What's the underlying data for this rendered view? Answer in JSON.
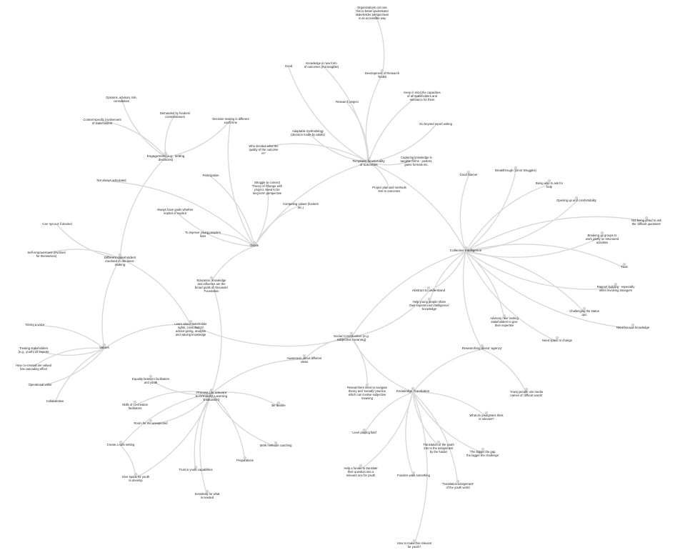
{
  "diagram": {
    "hubs": {
      "collective_intelligence": "Collective Intelligence",
      "goals": "Goals",
      "values": "Values",
      "process": [
        "Process (as relevant",
        "to Creativity, Learning",
        "Evaluation)"
      ],
      "knowledge_translation": "Knowledge Translation",
      "social_construction": [
        "Social Construction (e.g.",
        "subjective meaning)"
      ],
      "template": [
        "Template/ functionality",
        "of outcomes"
      ],
      "engagement": [
        "Engagement (e.g., setting",
        "decisions)"
      ],
      "different_stakeholders": [
        "Different stakeholders",
        "involved in decision-",
        "making"
      ],
      "abstract": "Abstract to understand",
      "researching": "Researching about 'agency'"
    },
    "nodes": {
      "organizations": [
        "Organizations can use",
        "this to better understand",
        "stakeholder perspectives",
        "in an accessible way"
      ],
      "development": [
        "Development of Research",
        "Toolkit"
      ],
      "knowledge_new_form": [
        "Knowledge is new form",
        "of outcomes (not tangible)"
      ],
      "good_top": "Good",
      "research_project": "Research project",
      "keep_in_mind": [
        "Keep in mind the capacities",
        "of all stakeholders and",
        "relevance for them"
      ],
      "go_beyond": "Go beyond report writing",
      "adaptable": [
        "Adaptable methodology",
        "(decision made by adults)"
      ],
      "capturing": [
        "Capturing knowledge in",
        "tangible forms - posters,",
        "game formats etc."
      ],
      "project_plan": [
        "Project plan and methods",
        "lent to outcomes"
      ],
      "opinions": [
        "Opinions, advisory role,",
        "consultation"
      ],
      "context_specific": [
        "Context-specific involvement",
        "of stakeholders"
      ],
      "demanded": [
        "Demanded by funders/",
        "commissioners"
      ],
      "decision_making": [
        "Decision-making is different",
        "each time"
      ],
      "who_decides": [
        "Who decides what the",
        "quality of the outcome",
        "is?"
      ],
      "participation": "Participation",
      "struggle": [
        "Struggle to connect",
        "Theory of Change with",
        "project. Need to be",
        "long-term perspective"
      ],
      "competing": [
        "Competing values (funders",
        "etc.)"
      ],
      "not_articulated": "Not always articulated",
      "always_goals": [
        "Always have goals whether",
        "implicit or explicit"
      ],
      "improve": [
        "To improve young people's",
        "lives"
      ],
      "can_opt_out": "Can 'opt out' if desired",
      "self_empowerment": [
        "Self-empowerment (involved",
        "for themselves)"
      ],
      "education": [
        "Education, knowledge",
        "and influence are the",
        "broad goals of Alexander",
        "Foundation"
      ],
      "learn_about": [
        "Learn about stakeholder",
        "rights, consultation/",
        "advice-giving, analysis",
        "and valuing knowledge"
      ],
      "giving_choice": "'Giving a voice'",
      "treating": [
        "Treating stakeholders",
        "(e.g., youth) as experts"
      ],
      "how_different": [
        "How co-created are valued",
        "has cascading effect"
      ],
      "operational": "Operational value",
      "collaborative": "Collaborative",
      "equality": [
        "Equality between facilitators",
        "and youth"
      ],
      "skills": [
        "Skills of co-creation",
        "facilitators"
      ],
      "room": "Room for the unexpected",
      "create_safe": "Create a safe setting",
      "give_space": [
        "Give space for youth",
        "to develop"
      ],
      "trust": "Trust in youth capabilities",
      "preparations": "Preparations",
      "sensitivity": [
        "Sensitivity for what",
        "is needed"
      ],
      "be_flexible": "Be flexible",
      "work_methods": "Work methods coaching",
      "awareness": [
        "Awareness about different",
        "views"
      ],
      "researchers_need": [
        "Researchers need to navigate",
        "theory and 'socially' practice",
        "which can involve subjective",
        "meaning"
      ],
      "level_playing": "'Level playing field'",
      "help_funder": [
        "Help a funder to translate",
        "their question into a",
        "relevant one for youth"
      ],
      "funders_want": "Funders want something",
      "how_make": [
        "How to make this relevant",
        "for youth?"
      ],
      "translation_youth": [
        "Translation of the youth",
        "into to the assignment",
        "by the funder"
      ],
      "translation_assignment": [
        "'Translation assignment'",
        "of the youth world"
      ],
      "bigger_gap": [
        "'The bigger the gap,",
        "the bigger the challenge'"
      ],
      "what_do": [
        "What do youngsters think",
        "is relevant?"
      ],
      "young_people_media": [
        "Young people use media",
        "names of 'difficult words'"
      ],
      "help_young": [
        "Help young people share",
        "their experienced intelligence/",
        "knowledge"
      ],
      "advisory": [
        "Advisory role/ inviting",
        "stakeholders to give",
        "their expertise"
      ],
      "need_space": "Need space to change",
      "good_listener": "Good listener",
      "breakthrough": "Breakthrough (minor struggles)",
      "being_able": [
        "Being able to ask for",
        "help"
      ],
      "opening_up": "Opening up and comfortability",
      "not_being_afraid": [
        "Not being afraid to ask",
        "the 'difficult questions'"
      ],
      "breaking_up": [
        "Breaking up groups to",
        "work jointly on structured",
        "activities"
      ],
      "trust_ci": "Trust",
      "rapport": [
        "Rapport building - especially",
        "when involving strangers"
      ],
      "challenging": [
        "Challenging the status",
        "quo"
      ],
      "need_new": "Need for new knowledge"
    }
  }
}
